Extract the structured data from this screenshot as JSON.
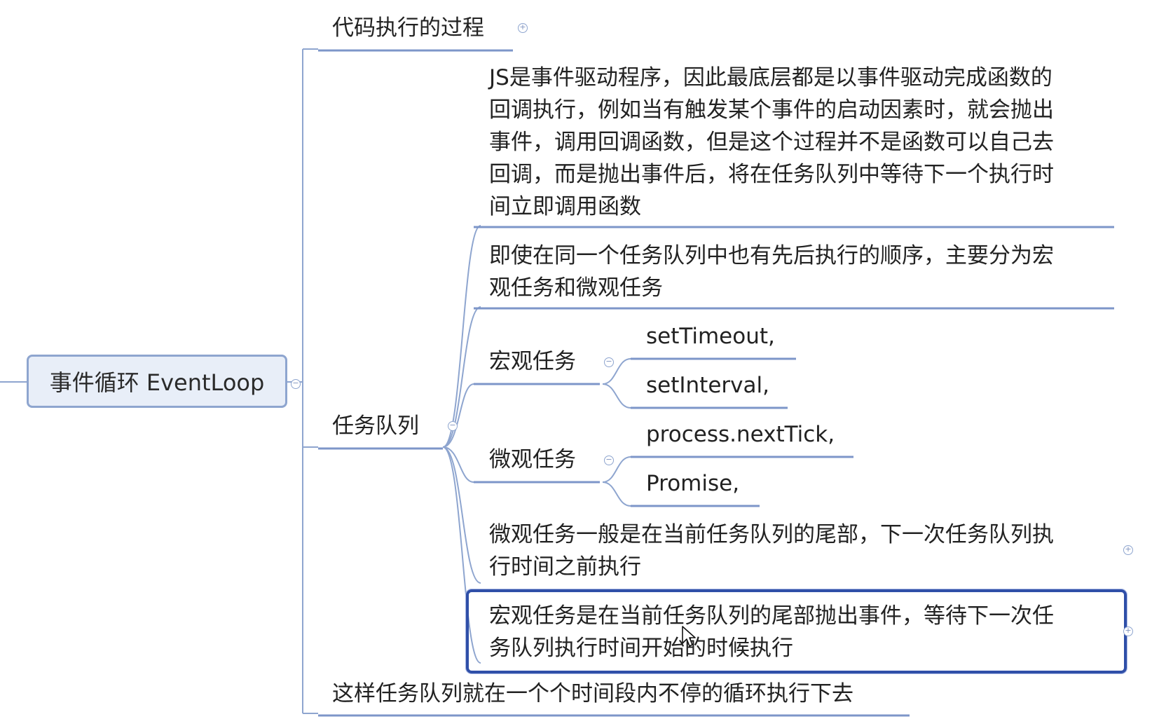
{
  "root": {
    "label": "事件循环 EventLoop"
  },
  "branches": {
    "process": {
      "label": "代码执行的过程"
    },
    "queue": {
      "label": "任务队列",
      "children": {
        "intro": {
          "lines": [
            "JS是事件驱动程序，因此最底层都是以事件驱动完成函数的",
            "回调执行，例如当有触发某个事件的启动因素时，就会抛出",
            "事件，调用回调函数，但是这个过程并不是函数可以自己去",
            "回调，而是抛出事件后，将在任务队列中等待下一个执行时",
            "间立即调用函数"
          ]
        },
        "order": {
          "lines": [
            "即使在同一个任务队列中也有先后执行的顺序，主要分为宏",
            "观任务和微观任务"
          ]
        },
        "macro": {
          "label": "宏观任务",
          "items": [
            "setTimeout,",
            "setInterval,"
          ]
        },
        "micro": {
          "label": "微观任务",
          "items": [
            "process.nextTick,",
            "Promise,"
          ]
        },
        "micro_note": {
          "lines": [
            "微观任务一般是在当前任务队列的尾部，下一次任务队列执",
            "行时间之前执行"
          ]
        },
        "macro_note": {
          "lines": [
            "宏观任务是在当前任务队列的尾部抛出事件，等待下一次任",
            "务队列执行时间开始的时候执行"
          ]
        }
      }
    },
    "loop": {
      "label": "这样任务队列就在一个个时间段内不停的循环执行下去"
    }
  },
  "colors": {
    "line": "#8ea5cf",
    "underline": "#7d96c9",
    "root_fill": "#e8eef8",
    "selection": "#2f4fa8"
  }
}
